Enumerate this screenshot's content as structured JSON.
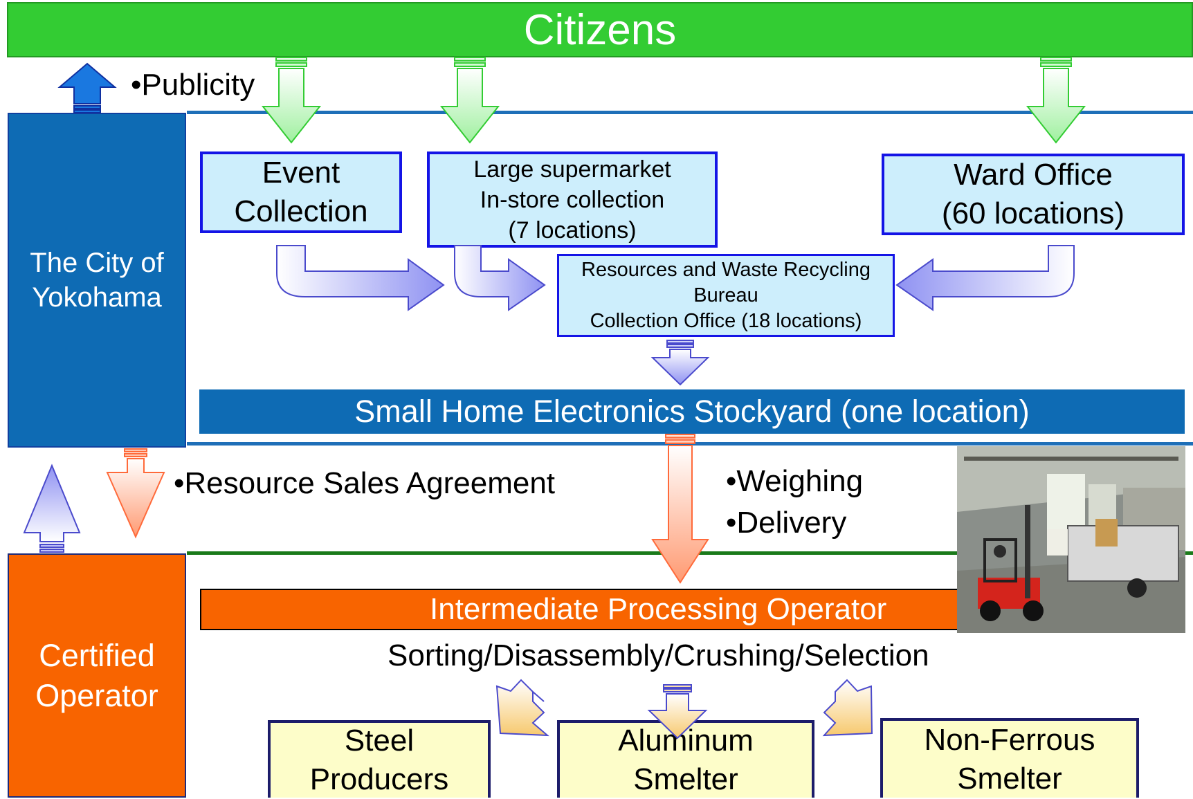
{
  "top_bar": {
    "label": "Citizens"
  },
  "left_column": {
    "city": "The City of\nYokohama",
    "operator": "Certified\nOperator"
  },
  "annotations": {
    "publicity": "•Publicity",
    "resource_sales": "•Resource Sales\n  Agreement",
    "weighing": "•Weighing",
    "delivery": "•Delivery"
  },
  "collection_points": {
    "event": "Event\nCollection",
    "supermarket": "Large supermarket\nIn-store collection\n(7 locations)",
    "ward_office": "Ward Office\n(60 locations)"
  },
  "bureau": "Resources and Waste Recycling\nBureau\nCollection Office (18 locations)",
  "stockyard": "Small Home Electronics Stockyard (one location)",
  "processor": {
    "label": "Intermediate Processing Operator",
    "process": "Sorting/Disassembly/Crushing/Selection"
  },
  "outputs": {
    "steel": "Steel\nProducers",
    "aluminum": "Aluminum\nSmelter",
    "non_ferrous": "Non-Ferrous\nSmelter"
  }
}
